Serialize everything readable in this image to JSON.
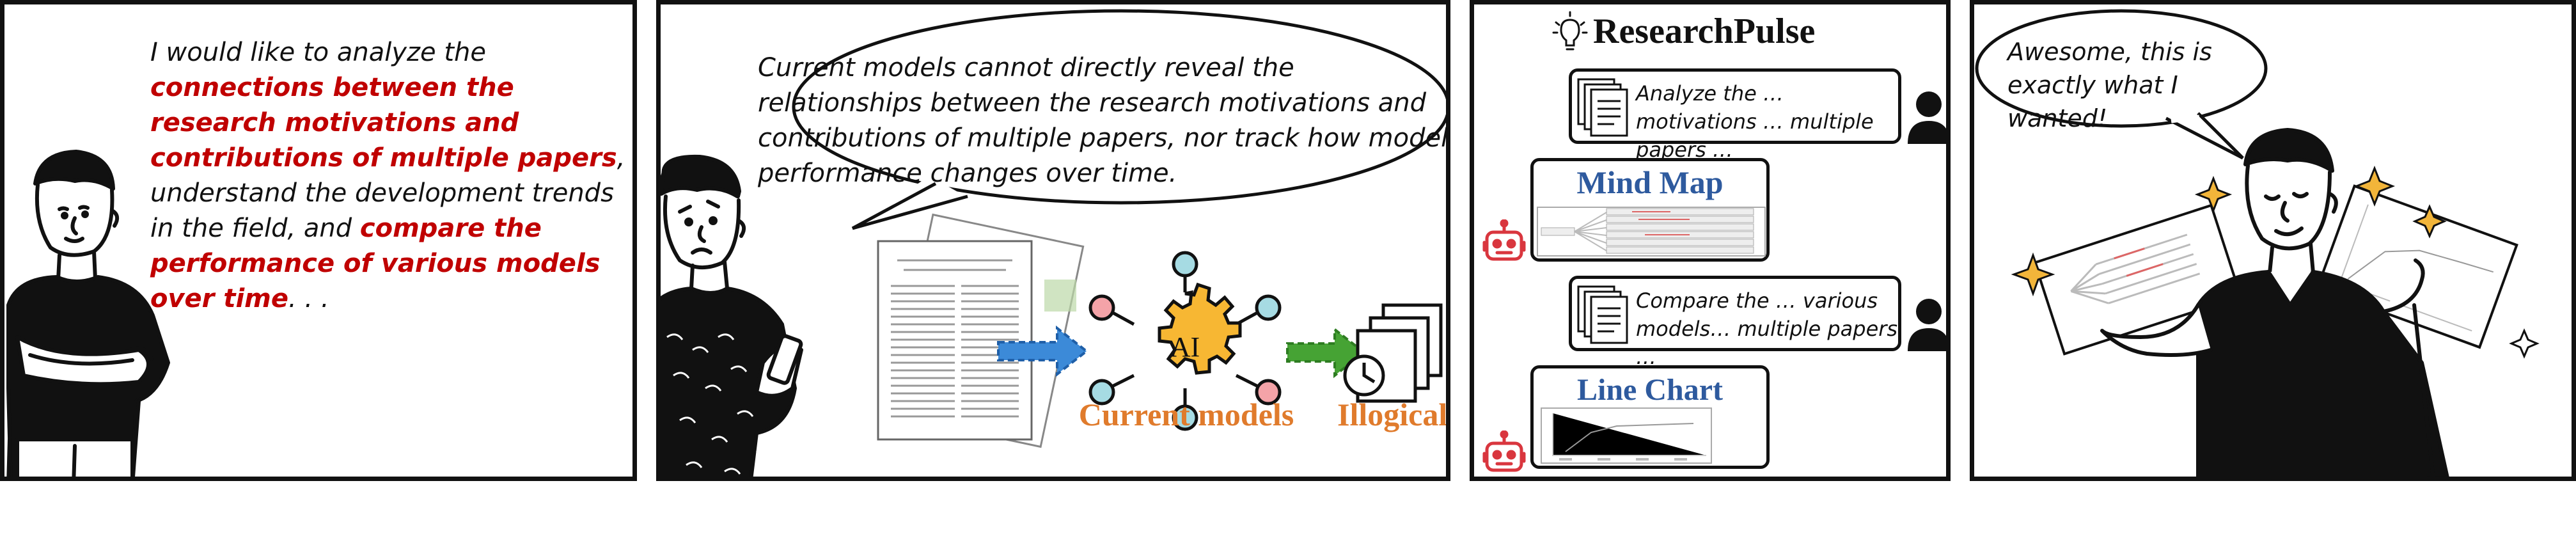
{
  "panel1": {
    "text_intro": "I would like to analyze the ",
    "text_em1": "connections between the research motivations and contributions of multiple papers",
    "text_mid": ", understand the development trends in the field, and ",
    "text_em2": "compare the performance of various models over time",
    "text_end": ". . ."
  },
  "panel2": {
    "bubble_text": "Current models cannot directly reveal the relationships between the research motivations and contributions of multiple papers, nor track how model performance changes over time.",
    "ai_label": "AI",
    "current_models_label": "Current models",
    "illogical_label": "Illogical"
  },
  "panel3": {
    "brand": "ResearchPulse",
    "query1": "Analyze the … motivations … multiple papers …",
    "result1_title": "Mind Map",
    "query2": "Compare the … various models… multiple papers …",
    "result2_title": "Line Chart"
  },
  "panel4": {
    "bubble_text": "Awesome, this is exactly what I wanted!"
  },
  "colors": {
    "emphasis_red": "#c00000",
    "orange": "#e07b2c",
    "blue_title": "#2e5a9e",
    "blue_arrow": "#3c8ad8",
    "green_arrow": "#46a334",
    "gear_yellow": "#f7b733",
    "robot_red": "#d9363e"
  },
  "icons": [
    "lightbulb-icon",
    "user-icon",
    "robot-icon",
    "document-stack-icon",
    "gear-icon",
    "clock-icon",
    "sparkle-icon"
  ]
}
